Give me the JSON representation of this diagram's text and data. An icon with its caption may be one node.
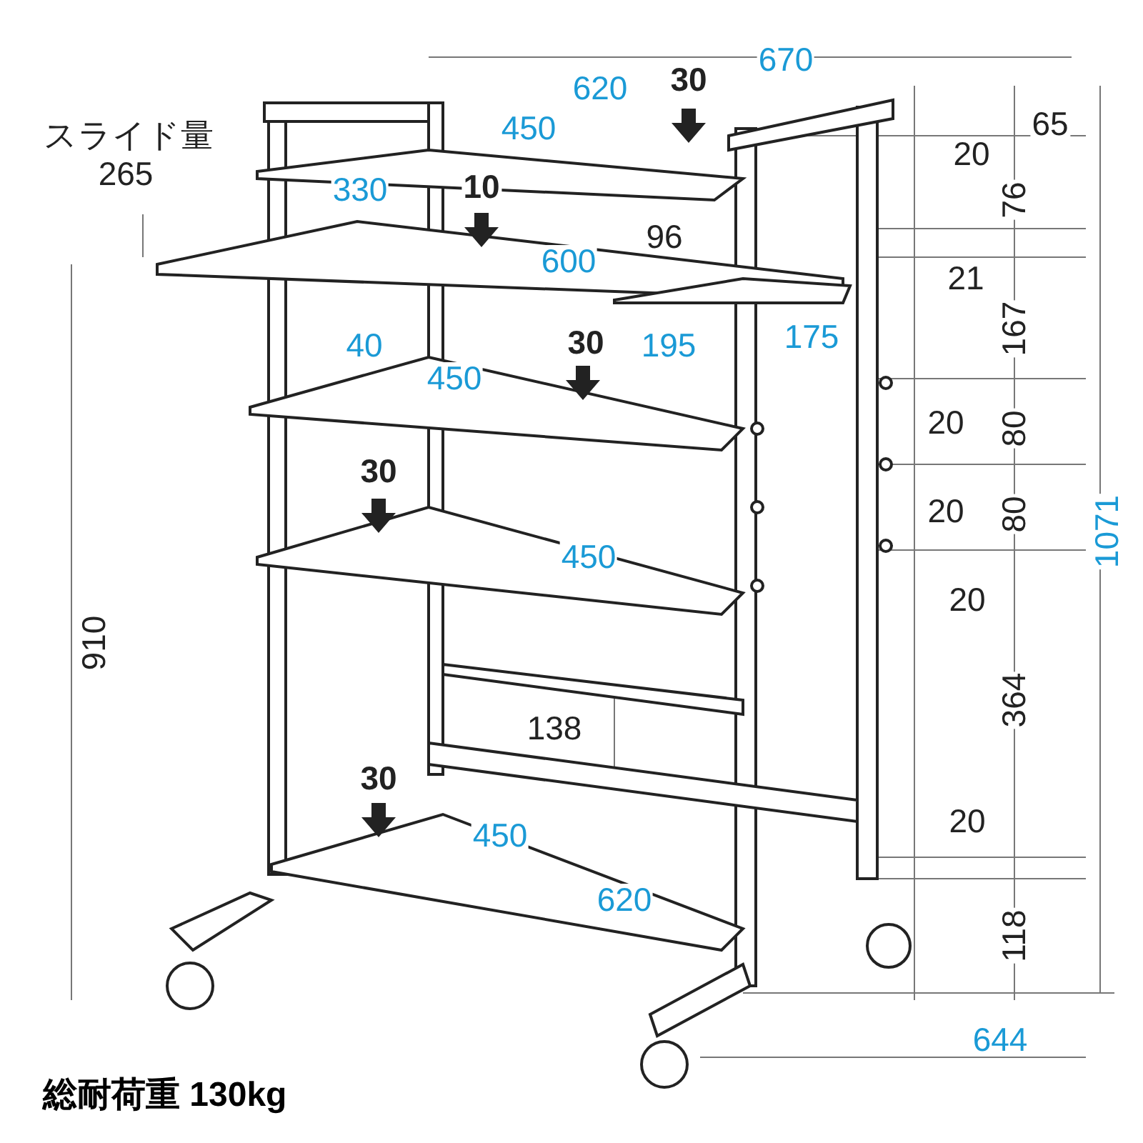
{
  "diagram": {
    "caption": "総耐荷重 130kg",
    "labels": [
      "670",
      "620",
      "30",
      "スライド量",
      "450",
      "65",
      "20",
      "265",
      "330",
      "10",
      "96",
      "76",
      "600",
      "21",
      "40",
      "195",
      "175",
      "167",
      "30",
      "450",
      "20",
      "80",
      "30",
      "20",
      "80",
      "450",
      "20",
      "910",
      "1071",
      "138",
      "364",
      "30",
      "20",
      "450",
      "620",
      "118",
      "644"
    ]
  }
}
